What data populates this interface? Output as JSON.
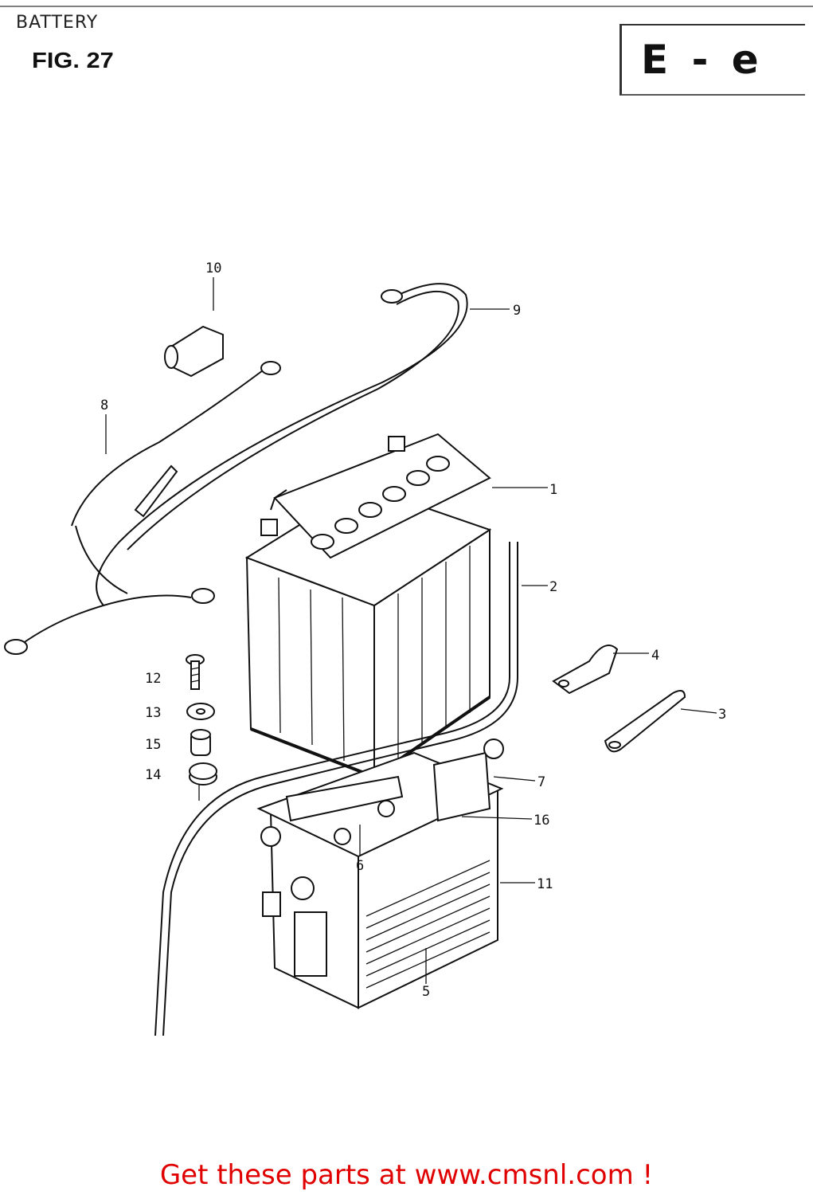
{
  "header": {
    "title": "BATTERY",
    "figure": "FIG. 27",
    "code": "E - e"
  },
  "parts": [
    {
      "ref": "1"
    },
    {
      "ref": "2"
    },
    {
      "ref": "3"
    },
    {
      "ref": "4"
    },
    {
      "ref": "5"
    },
    {
      "ref": "6"
    },
    {
      "ref": "7"
    },
    {
      "ref": "8"
    },
    {
      "ref": "9"
    },
    {
      "ref": "10"
    },
    {
      "ref": "11"
    },
    {
      "ref": "12"
    },
    {
      "ref": "13"
    },
    {
      "ref": "14"
    },
    {
      "ref": "15"
    },
    {
      "ref": "16"
    }
  ],
  "footer": {
    "text": "Get these parts at www.cmsnl.com !"
  }
}
